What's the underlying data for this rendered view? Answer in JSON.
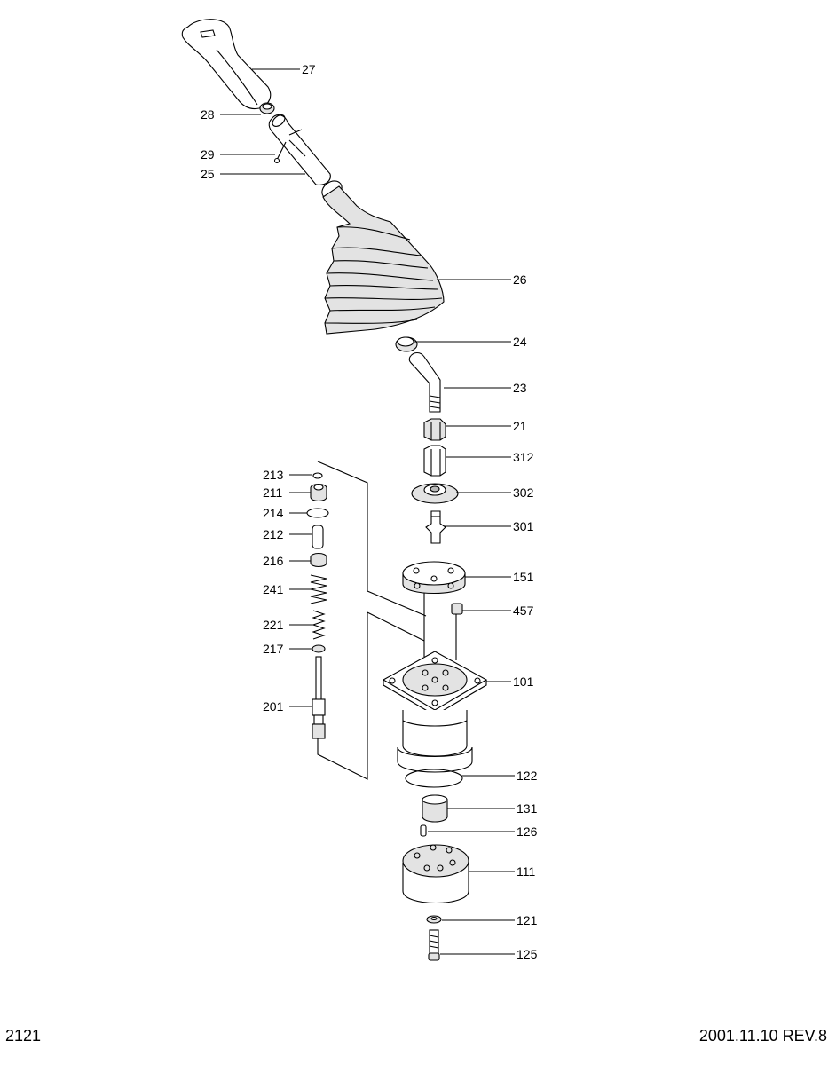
{
  "diagram": {
    "callouts": [
      {
        "id": "27",
        "label": "27"
      },
      {
        "id": "28",
        "label": "28"
      },
      {
        "id": "29",
        "label": "29"
      },
      {
        "id": "25",
        "label": "25"
      },
      {
        "id": "26",
        "label": "26"
      },
      {
        "id": "24",
        "label": "24"
      },
      {
        "id": "23",
        "label": "23"
      },
      {
        "id": "21",
        "label": "21"
      },
      {
        "id": "312",
        "label": "312"
      },
      {
        "id": "302",
        "label": "302"
      },
      {
        "id": "301",
        "label": "301"
      },
      {
        "id": "151",
        "label": "151"
      },
      {
        "id": "457",
        "label": "457"
      },
      {
        "id": "101",
        "label": "101"
      },
      {
        "id": "122",
        "label": "122"
      },
      {
        "id": "131",
        "label": "131"
      },
      {
        "id": "126",
        "label": "126"
      },
      {
        "id": "111",
        "label": "111"
      },
      {
        "id": "121",
        "label": "121"
      },
      {
        "id": "125",
        "label": "125"
      },
      {
        "id": "213",
        "label": "213"
      },
      {
        "id": "211",
        "label": "211"
      },
      {
        "id": "214",
        "label": "214"
      },
      {
        "id": "212",
        "label": "212"
      },
      {
        "id": "216",
        "label": "216"
      },
      {
        "id": "241",
        "label": "241"
      },
      {
        "id": "221",
        "label": "221"
      },
      {
        "id": "217",
        "label": "217"
      },
      {
        "id": "201",
        "label": "201"
      }
    ]
  },
  "footer": {
    "page_number": "2121",
    "revision": "2001.11.10 REV.8"
  }
}
